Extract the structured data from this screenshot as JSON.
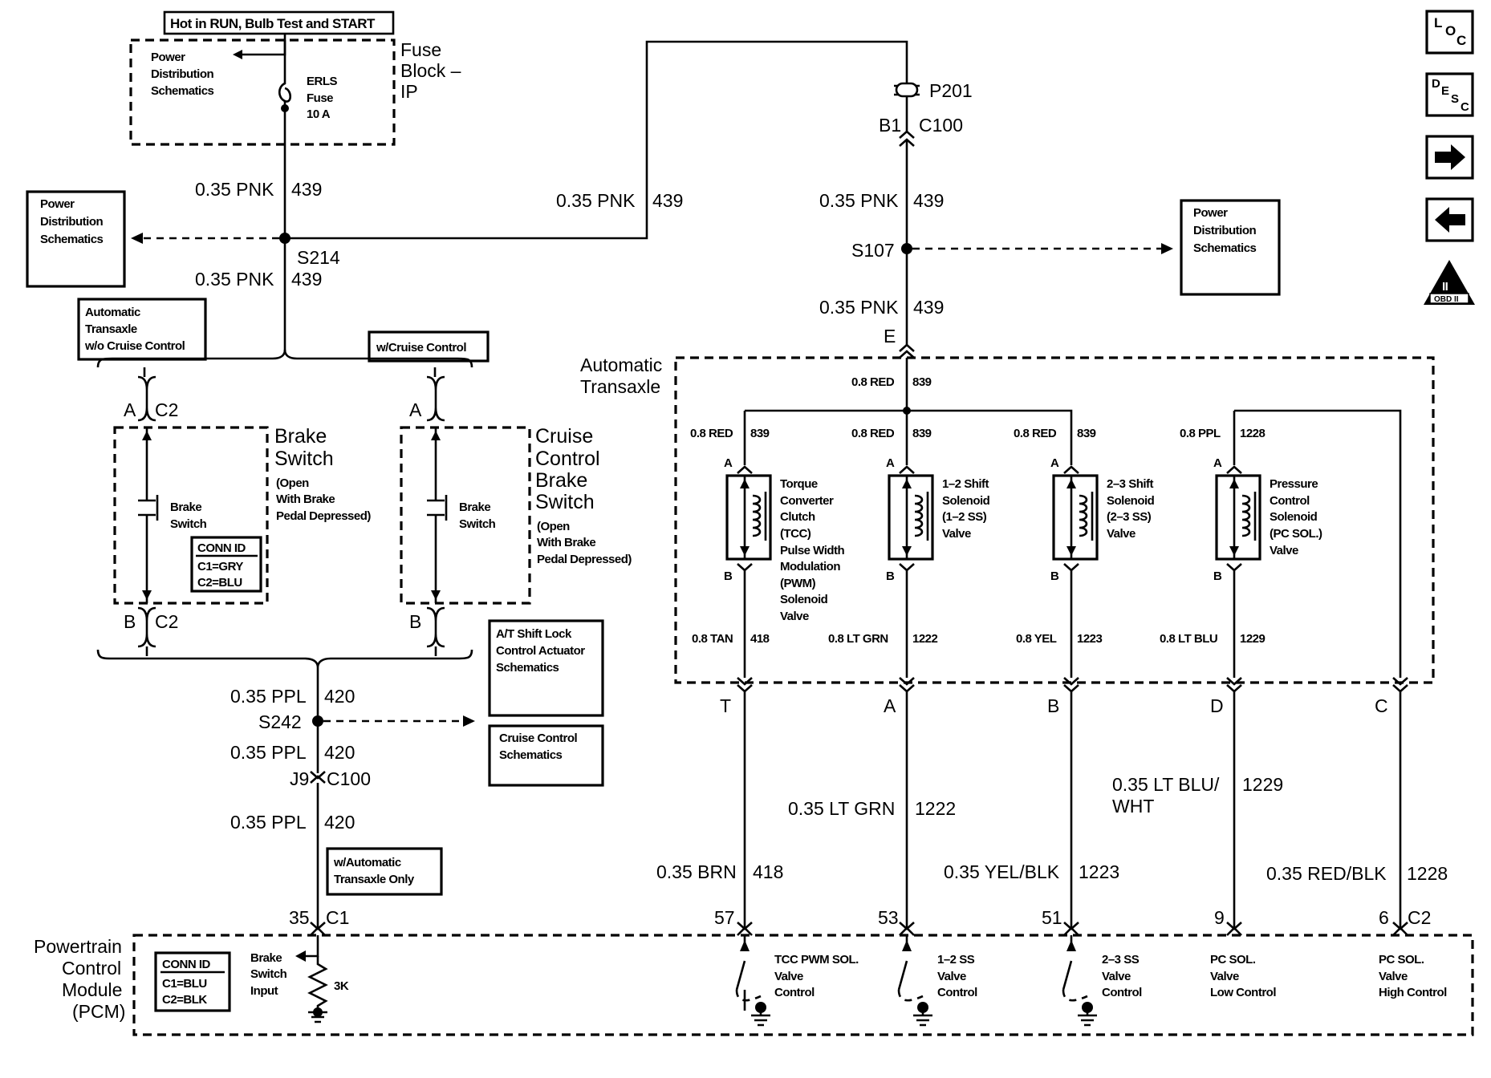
{
  "header": {
    "hot_label": "Hot in RUN, Bulb Test and START"
  },
  "fuse_block": {
    "title_lines": [
      "Fuse",
      "Block –",
      "IP"
    ],
    "pd_lines": [
      "Power",
      "Distribution",
      "Schematics"
    ],
    "fuse_lines": [
      "ERLS",
      "Fuse",
      "10 A"
    ]
  },
  "pd_boxes": [
    {
      "lines": [
        "Power",
        "Distribution",
        "Schematics"
      ]
    },
    {
      "lines": [
        "Power",
        "Distribution",
        "Schematics"
      ]
    }
  ],
  "wires": {
    "w1": {
      "gauge": "0.35 PNK",
      "circuit": "439"
    },
    "w2": {
      "gauge": "0.35 PNK",
      "circuit": "439"
    },
    "w3": {
      "gauge": "0.35 PNK",
      "circuit": "439"
    },
    "w4": {
      "gauge": "0.35 PNK",
      "circuit": "439"
    },
    "w5": {
      "gauge": "0.35 PNK",
      "circuit": "439"
    },
    "p1": {
      "gauge": "0.35 PPL",
      "circuit": "420"
    },
    "p2": {
      "gauge": "0.35 PPL",
      "circuit": "420"
    },
    "p3": {
      "gauge": "0.35 PPL",
      "circuit": "420"
    },
    "tcc": {
      "gauge": "0.35 BRN",
      "circuit": "418"
    },
    "ss12": {
      "gauge": "0.35 LT GRN",
      "circuit": "1222"
    },
    "ss23": {
      "gauge": "0.35 YEL/BLK",
      "circuit": "1223"
    },
    "pclo": {
      "gauge_lines": [
        "0.35 LT BLU/",
        "WHT"
      ],
      "circuit": "1229"
    },
    "pchi": {
      "gauge": "0.35 RED/BLK",
      "circuit": "1228"
    }
  },
  "splices": {
    "s214": "S214",
    "s107": "S107",
    "s242": "S242"
  },
  "connectors": {
    "p201": "P201",
    "b1": "B1",
    "c100": "C100",
    "e": "E",
    "a_c2": "A",
    "c2_a": "C2",
    "b_c2": "B",
    "c2_b": "C2",
    "a_cc": "A",
    "b_cc": "B",
    "j9": "J9",
    "c100b": "C100",
    "pin35": "35",
    "c1": "C1",
    "t": "T",
    "a": "A",
    "b": "B",
    "d": "D",
    "c": "C",
    "p57": "57",
    "p53": "53",
    "p51": "51",
    "p9": "9",
    "p6": "6",
    "c2_pcm": "C2"
  },
  "option_boxes": {
    "no_cruise": [
      "Automatic",
      "Transaxle",
      "w/o Cruise Control"
    ],
    "cruise": "w/Cruise Control",
    "shift_lock": [
      "A/T Shift Lock",
      "Control Actuator",
      "Schematics"
    ],
    "cruise_sch": [
      "Cruise Control",
      "Schematics"
    ],
    "auto_only": [
      "w/Automatic",
      "Transaxle Only"
    ]
  },
  "brake_switch": {
    "title_lines": [
      "Brake",
      "Switch"
    ],
    "sub_lines": [
      "(Open",
      "With Brake",
      "Pedal Depressed)"
    ],
    "inner_lines": [
      "Brake",
      "Switch"
    ],
    "conn_id": {
      "title": "CONN ID",
      "lines": [
        "C1=GRY",
        "C2=BLU"
      ]
    }
  },
  "cruise_brake": {
    "title_lines": [
      "Cruise",
      "Control",
      "Brake",
      "Switch"
    ],
    "sub_lines": [
      "(Open",
      "With Brake",
      "Pedal Depressed)"
    ],
    "inner_lines": [
      "Brake",
      "Switch"
    ]
  },
  "transaxle": {
    "title_lines": [
      "Automatic",
      "Transaxle"
    ],
    "feed": {
      "gauge": "0.8 RED",
      "circuit": "839"
    },
    "solenoids": [
      {
        "in_gauge": "0.8 RED",
        "in_circuit": "839",
        "pin_a": "A",
        "pin_b": "B",
        "lines": [
          "Torque",
          "Converter",
          "Clutch",
          "(TCC)",
          "Pulse Width",
          "Modulation",
          "(PWM)",
          "Solenoid",
          "Valve"
        ],
        "out_gauge": "0.8 TAN",
        "out_circuit": "418"
      },
      {
        "in_gauge": "0.8 RED",
        "in_circuit": "839",
        "pin_a": "A",
        "pin_b": "B",
        "lines": [
          "1–2 Shift",
          "Solenoid",
          "(1–2 SS)",
          "Valve"
        ],
        "out_gauge": "0.8 LT GRN",
        "out_circuit": "1222"
      },
      {
        "in_gauge": "0.8 RED",
        "in_circuit": "839",
        "pin_a": "A",
        "pin_b": "B",
        "lines": [
          "2–3 Shift",
          "Solenoid",
          "(2–3 SS)",
          "Valve"
        ],
        "out_gauge": "0.8 YEL",
        "out_circuit": "1223"
      },
      {
        "in_gauge": "0.8 PPL",
        "in_circuit": "1228",
        "pin_a": "A",
        "pin_b": "B",
        "lines": [
          "Pressure",
          "Control",
          "Solenoid",
          "(PC SOL.)",
          "Valve"
        ],
        "out_gauge": "0.8 LT BLU",
        "out_circuit": "1229"
      }
    ]
  },
  "pcm": {
    "title_lines": [
      "Powertrain",
      "Control",
      "Module",
      "(PCM)"
    ],
    "conn_id": {
      "title": "CONN ID",
      "lines": [
        "C1=BLU",
        "C2=BLK"
      ]
    },
    "brake_input_lines": [
      "Brake",
      "Switch",
      "Input"
    ],
    "resistor": "3K",
    "outputs": [
      {
        "lines": [
          "TCC PWM SOL.",
          "Valve",
          "Control"
        ]
      },
      {
        "lines": [
          "1–2 SS",
          "Valve",
          "Control"
        ]
      },
      {
        "lines": [
          "2–3 SS",
          "Valve",
          "Control"
        ]
      },
      {
        "lines": [
          "PC SOL.",
          "Valve",
          "Low Control"
        ]
      },
      {
        "lines": [
          "PC SOL.",
          "Valve",
          "High Control"
        ]
      }
    ]
  },
  "nav": {
    "loc": {
      "l": "L",
      "o": "O",
      "c": "C"
    },
    "desc": {
      "d": "D",
      "e": "E",
      "s": "S",
      "c": "C"
    },
    "next_icon": "arrow-right-icon",
    "prev_icon": "arrow-left-icon",
    "obd": {
      "roman": "II",
      "label": "OBD II"
    }
  }
}
